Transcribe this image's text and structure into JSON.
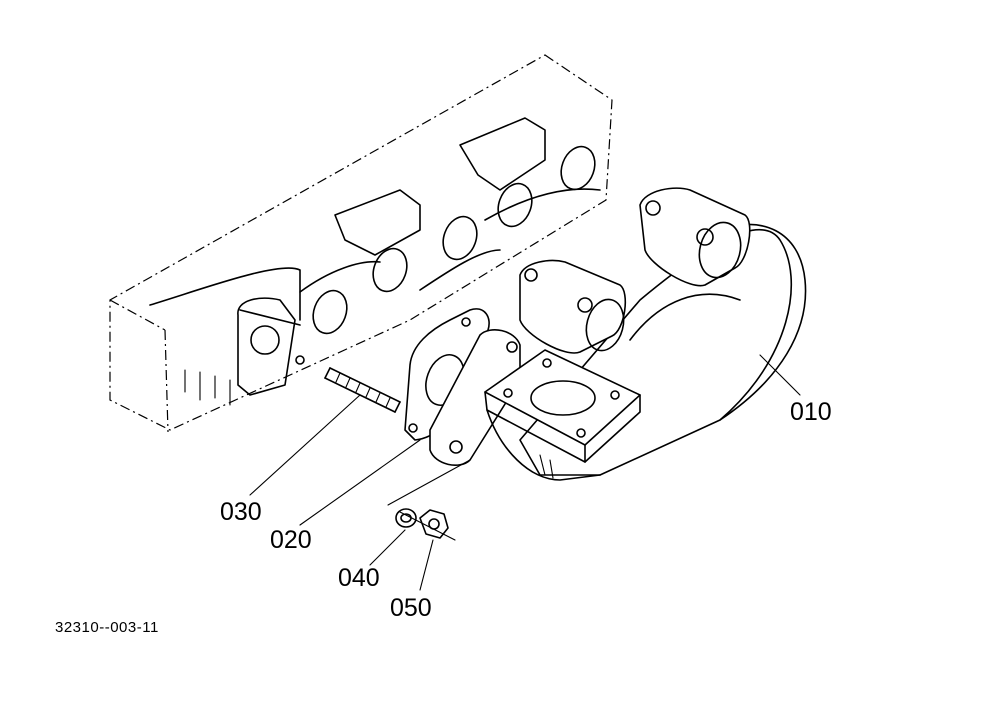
{
  "diagram": {
    "parts": [
      {
        "id": "p010",
        "callout": "010",
        "name_icon": "exhaust-manifold-icon"
      },
      {
        "id": "p020",
        "callout": "020",
        "name_icon": "gasket-icon"
      },
      {
        "id": "p030",
        "callout": "030",
        "name_icon": "stud-bolt-icon"
      },
      {
        "id": "p040",
        "callout": "040",
        "name_icon": "washer-icon"
      },
      {
        "id": "p050",
        "callout": "050",
        "name_icon": "nut-icon"
      }
    ],
    "drawing_code": "32310--003-11"
  }
}
